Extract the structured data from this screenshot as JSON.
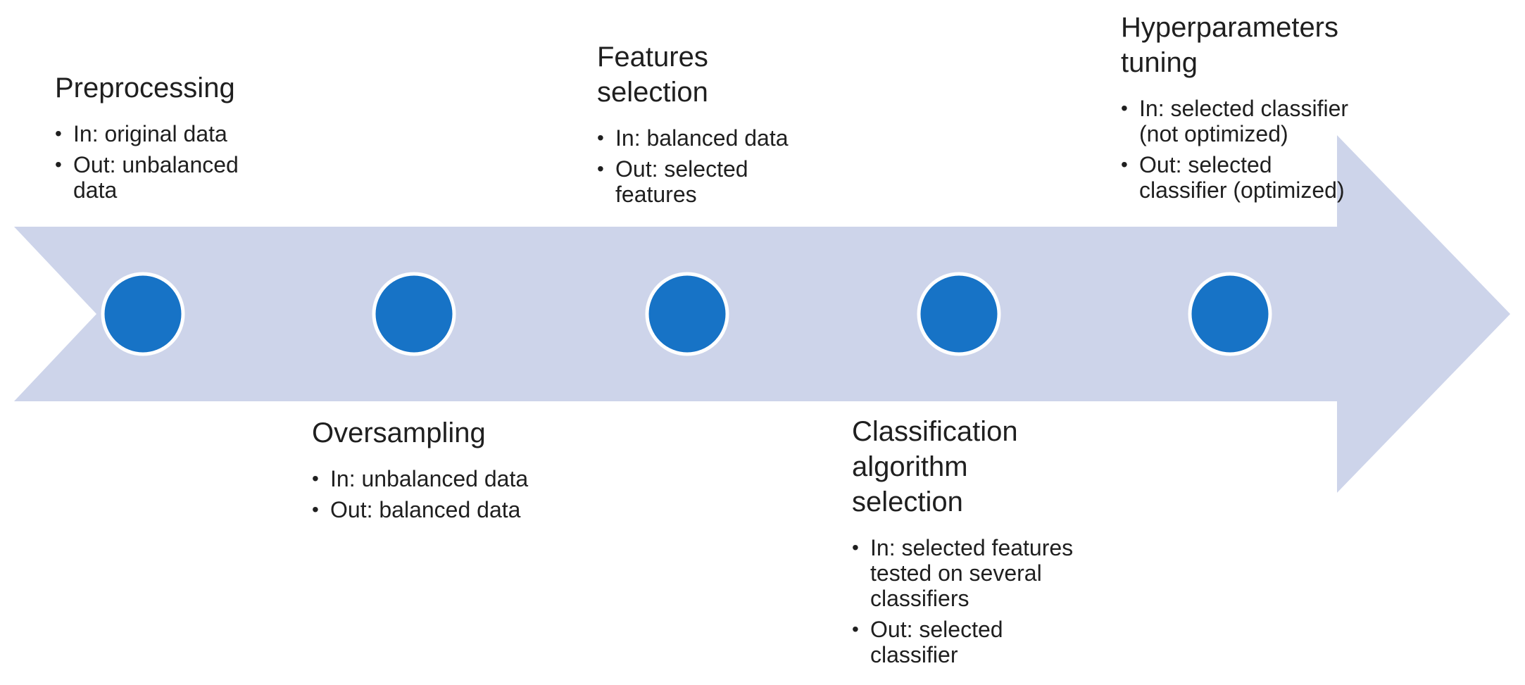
{
  "diagram": {
    "type": "process-timeline-arrow",
    "direction": "left-to-right",
    "node_count": 5,
    "steps": [
      {
        "title": "Preprocessing",
        "side": "above",
        "bullets": [
          "In: original data",
          "Out: unbalanced data"
        ]
      },
      {
        "title": "Oversampling",
        "side": "below",
        "bullets": [
          "In: unbalanced data",
          "Out: balanced data"
        ]
      },
      {
        "title": "Features selection",
        "side": "above",
        "bullets": [
          "In: balanced data",
          "Out: selected features"
        ]
      },
      {
        "title": "Classification algorithm selection",
        "side": "below",
        "bullets": [
          "In: selected features tested on several classifiers",
          "Out: selected classifier"
        ]
      },
      {
        "title": "Hyperparameters tuning",
        "side": "above",
        "bullets": [
          "In: selected classifier (not optimized)",
          "Out: selected classifier (optimized)"
        ]
      }
    ],
    "colors": {
      "arrow_body": "#cdd4ea",
      "node_fill": "#1773c6",
      "node_ring": "#ffffff",
      "text": "#1f1f1f",
      "background": "#ffffff"
    }
  }
}
